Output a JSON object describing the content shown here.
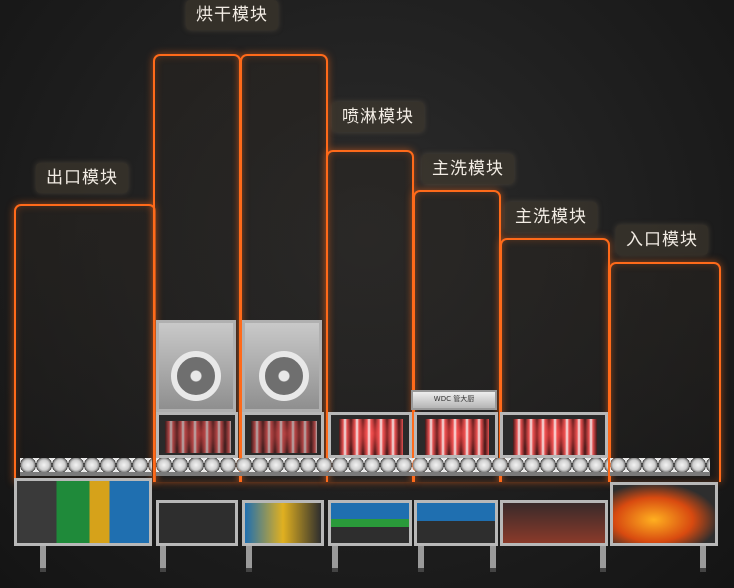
{
  "modules": [
    {
      "id": "exit",
      "label": "出口模块"
    },
    {
      "id": "dry",
      "label": "烘干模块"
    },
    {
      "id": "spray",
      "label": "喷淋模块"
    },
    {
      "id": "main1",
      "label": "主洗模块"
    },
    {
      "id": "main2",
      "label": "主洗模块"
    },
    {
      "id": "entry",
      "label": "入口模块"
    }
  ],
  "control_box": {
    "brand": "WDC 管大厨"
  },
  "colors": {
    "outline": "#ff6a1a",
    "label_bg": "#463e32",
    "background": "#1b1b1b"
  }
}
